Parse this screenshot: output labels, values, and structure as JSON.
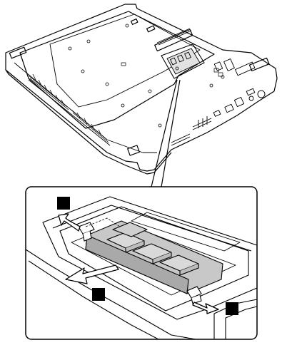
{
  "figure": {
    "description_visible_text": [],
    "callouts": [
      {
        "id": "callout-1"
      },
      {
        "id": "callout-2"
      },
      {
        "id": "callout-3"
      }
    ],
    "colors": {
      "line": "#000000",
      "background": "#ffffff",
      "module_fill": "#c8c8c8",
      "callout_fill": "#000000",
      "arrow_fill": "#ffffff"
    }
  }
}
